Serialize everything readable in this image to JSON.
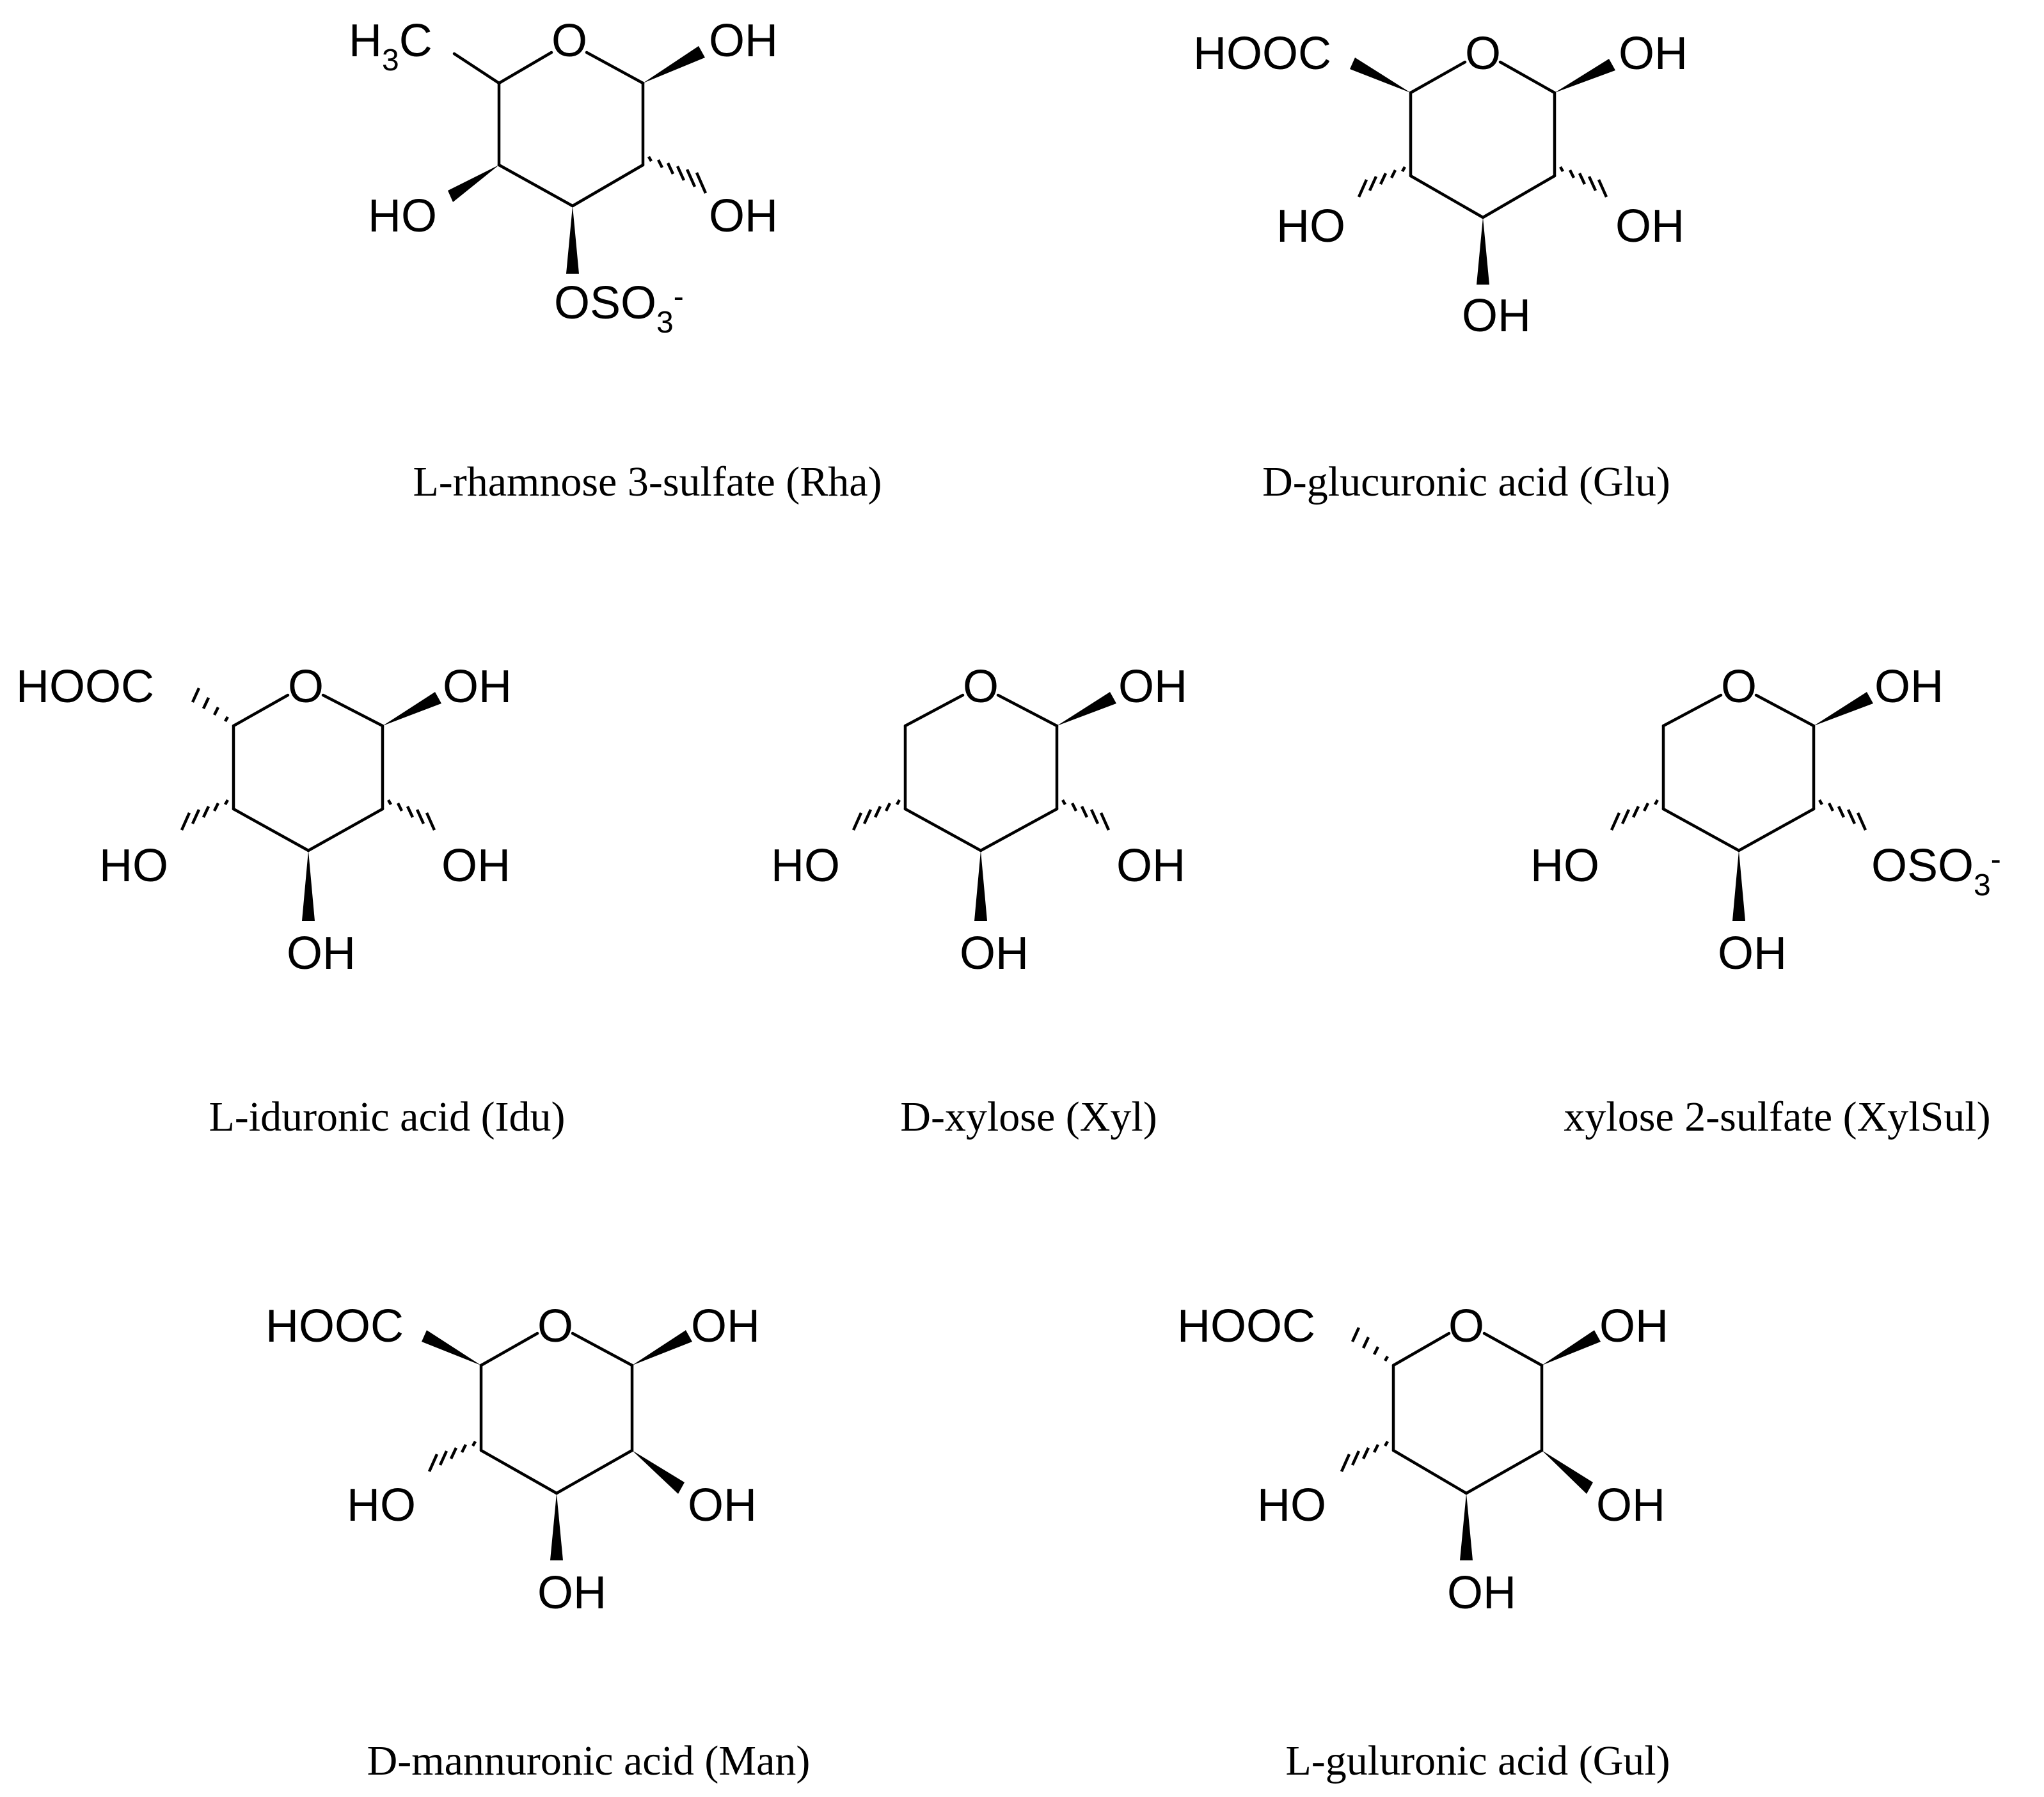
{
  "molecules": [
    {
      "key": "rha",
      "caption": "L-rhamnose 3-sulfate (Rha)",
      "labels": {
        "ring_o": "O",
        "c1": "OH",
        "c2": "OH",
        "c3": "OSO",
        "c3_sub": "3",
        "c3_sup": "-",
        "c4": "HO",
        "c5": "H",
        "c5_sub": "3",
        "c5_tail": "C"
      },
      "stereo": {
        "c1": "wedge",
        "c2": "hash",
        "c3": "wedge",
        "c4": "wedge",
        "c5": "plain"
      }
    },
    {
      "key": "glu",
      "caption": "D-glucuronic acid  (Glu)",
      "labels": {
        "ring_o": "O",
        "c1": "OH",
        "c2": "OH",
        "c3": "OH",
        "c4": "HO",
        "c5": "HOOC"
      },
      "stereo": {
        "c1": "wedge",
        "c2": "hash",
        "c3": "wedge",
        "c4": "hash",
        "c5": "wedge"
      }
    },
    {
      "key": "idu",
      "caption": "L-iduronic acid (Idu)",
      "labels": {
        "ring_o": "O",
        "c1": "OH",
        "c2": "OH",
        "c3": "OH",
        "c4": "HO",
        "c5": "HOOC"
      },
      "stereo": {
        "c1": "wedge",
        "c2": "hash",
        "c3": "wedge",
        "c4": "hash",
        "c5": "hash"
      }
    },
    {
      "key": "xyl",
      "caption": "D-xylose (Xyl)",
      "labels": {
        "ring_o": "O",
        "c1": "OH",
        "c2": "OH",
        "c3": "OH",
        "c4": "HO"
      },
      "stereo": {
        "c1": "wedge",
        "c2": "hash",
        "c3": "wedge",
        "c4": "hash"
      }
    },
    {
      "key": "xylsul",
      "caption": "xylose 2-sulfate (XylSul)",
      "labels": {
        "ring_o": "O",
        "c1": "OH",
        "c2": "OSO",
        "c2_sub": "3",
        "c2_sup": "-",
        "c3": "OH",
        "c4": "HO"
      },
      "stereo": {
        "c1": "wedge",
        "c2": "hash",
        "c3": "wedge",
        "c4": "hash"
      }
    },
    {
      "key": "man",
      "caption": "D-mannuronic acid (Man)",
      "labels": {
        "ring_o": "O",
        "c1": "OH",
        "c2": "OH",
        "c3": "OH",
        "c4": "HO",
        "c5": "HOOC"
      },
      "stereo": {
        "c1": "wedge",
        "c2": "wedge",
        "c3": "wedge",
        "c4": "hash",
        "c5": "wedge"
      }
    },
    {
      "key": "gul",
      "caption": "L-guluronic acid (Gul)",
      "labels": {
        "ring_o": "O",
        "c1": "OH",
        "c2": "OH",
        "c3": "OH",
        "c4": "HO",
        "c5": "HOOC"
      },
      "stereo": {
        "c1": "wedge",
        "c2": "wedge",
        "c3": "wedge",
        "c4": "hash",
        "c5": "hash"
      }
    }
  ]
}
